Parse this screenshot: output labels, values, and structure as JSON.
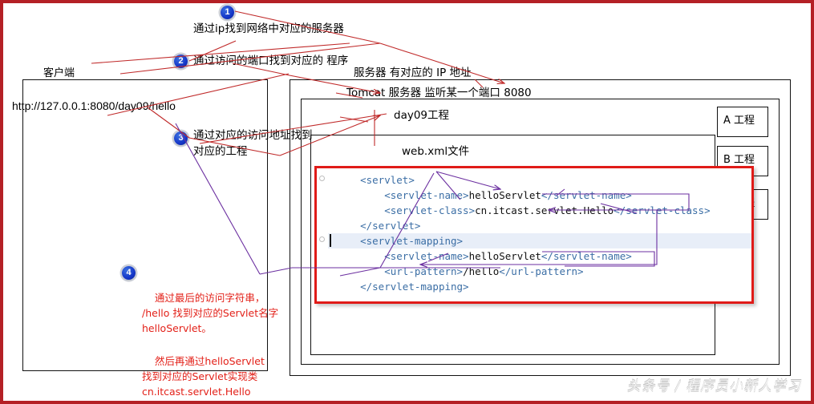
{
  "diagram": {
    "title_watermark": "头条号 / 程序员小新人学习",
    "accent_red": "#e01b18",
    "border_red": "#b42025",
    "note_red": "#e32119",
    "arrow_red": "#c02a2a",
    "connector_purple": "#6b2fa0",
    "badge_blue": "#1436c8"
  },
  "steps": [
    {
      "num": "1",
      "text": "通过ip找到网络中对应的服务器"
    },
    {
      "num": "2",
      "text": "通过访问的端口找到对应的 程序"
    },
    {
      "num": "3",
      "line1": "通过对应的访问地址找到",
      "line2": "对应的工程"
    },
    {
      "num": "4",
      "text": ""
    }
  ],
  "client": {
    "label": "客户端",
    "url": "http://127.0.0.1:8080/day09/hello"
  },
  "server": {
    "ip_label": "服务器  有对应的 IP 地址",
    "tomcat_label": "Tomcat 服务器  监听某一个端口  8080",
    "project_label": "day09工程",
    "webxml_label": "web.xml文件",
    "other_projects": [
      "A 工程",
      "B 工程",
      "C 工程"
    ]
  },
  "code": {
    "lines": [
      {
        "indent": 0,
        "parts": [
          {
            "t": "tag",
            "v": "<servlet>"
          }
        ],
        "fold": true,
        "highlight": false,
        "caret": false
      },
      {
        "indent": 1,
        "parts": [
          {
            "t": "tag",
            "v": "<servlet-name>"
          },
          {
            "t": "txt",
            "v": "helloServlet"
          },
          {
            "t": "tag",
            "v": "</servlet-name>"
          }
        ],
        "fold": false,
        "highlight": false,
        "caret": false
      },
      {
        "indent": 1,
        "parts": [
          {
            "t": "tag",
            "v": "<servlet-class>"
          },
          {
            "t": "txt",
            "v": "cn.itcast.servlet.Hello"
          },
          {
            "t": "tag",
            "v": "</servlet-class>"
          }
        ],
        "fold": false,
        "highlight": false,
        "caret": false
      },
      {
        "indent": 0,
        "parts": [
          {
            "t": "tag",
            "v": "</servlet>"
          }
        ],
        "fold": false,
        "highlight": false,
        "caret": false
      },
      {
        "indent": 0,
        "parts": [
          {
            "t": "tag",
            "v": "<servlet-mapping>"
          }
        ],
        "fold": true,
        "highlight": true,
        "caret": true
      },
      {
        "indent": 1,
        "parts": [
          {
            "t": "tag",
            "v": "<servlet-name>"
          },
          {
            "t": "txt",
            "v": "helloServlet"
          },
          {
            "t": "tag",
            "v": "</servlet-name>"
          }
        ],
        "fold": false,
        "highlight": false,
        "caret": false
      },
      {
        "indent": 1,
        "parts": [
          {
            "t": "tag",
            "v": "<url-pattern>"
          },
          {
            "t": "txt",
            "v": "/hello"
          },
          {
            "t": "tag",
            "v": "</url-pattern>"
          }
        ],
        "fold": false,
        "highlight": false,
        "caret": false
      },
      {
        "indent": 0,
        "parts": [
          {
            "t": "tag",
            "v": "</servlet-mapping>"
          }
        ],
        "fold": false,
        "highlight": false,
        "caret": false
      }
    ]
  },
  "annotations": {
    "block1": "通过最后的访问字符串，\n/hello 找到对应的Servlet名字\nhelloServlet。",
    "block2": "然后再通过helloServlet\n找到对应的Servlet实现类\ncn.itcast.servlet.Hello"
  }
}
